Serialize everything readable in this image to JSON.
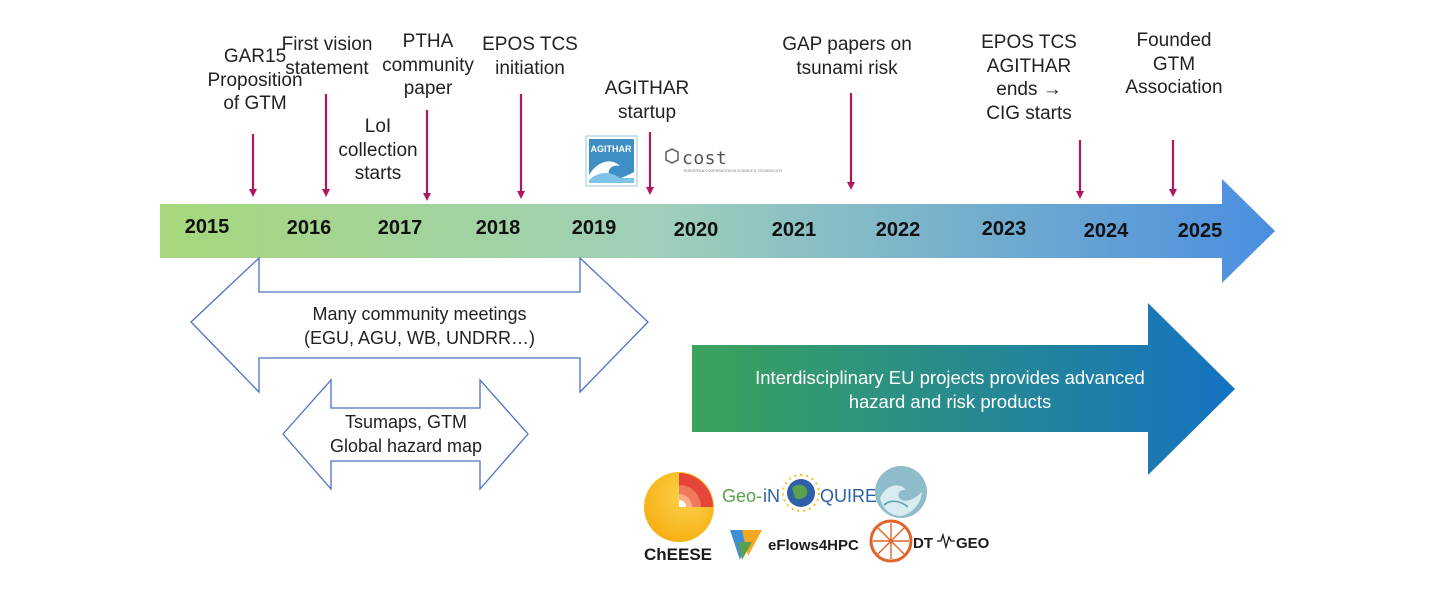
{
  "timeline": {
    "years": [
      "2015",
      "2016",
      "2017",
      "2018",
      "2019",
      "2020",
      "2021",
      "2022",
      "2023",
      "2024",
      "2025"
    ],
    "colors": {
      "start": "#a6d77a",
      "end": "#4a8ee0",
      "event_arrow": "#b0185e",
      "outline": "#4a72c4"
    }
  },
  "events": [
    {
      "id": "gar15",
      "lines": [
        "GAR15",
        "Proposition",
        "of GTM"
      ]
    },
    {
      "id": "vision",
      "lines": [
        "First vision",
        "statement"
      ]
    },
    {
      "id": "loi",
      "lines": [
        "LoI",
        "collection",
        "starts"
      ]
    },
    {
      "id": "ptha",
      "lines": [
        "PTHA",
        "community",
        "paper"
      ]
    },
    {
      "id": "epos",
      "lines": [
        "EPOS TCS",
        "initiation"
      ]
    },
    {
      "id": "agithar",
      "lines": [
        "AGITHAR",
        "startup"
      ]
    },
    {
      "id": "gap",
      "lines": [
        "GAP papers on",
        "tsunami risk"
      ]
    },
    {
      "id": "epos-ends",
      "lines": [
        "EPOS TCS",
        "AGITHAR",
        "ends →",
        "CIG starts"
      ]
    },
    {
      "id": "founded",
      "lines": [
        "Founded",
        "GTM",
        "Association"
      ]
    }
  ],
  "meetings": {
    "lines": [
      "Many community meetings",
      "(EGU, AGU, WB, UNDRR…)"
    ]
  },
  "tsumaps": {
    "lines": [
      "Tsumaps, GTM",
      "Global hazard map"
    ]
  },
  "eu_projects": {
    "lines": [
      "Interdisciplinary EU projects provides advanced",
      "hazard and risk products"
    ],
    "colors": {
      "start": "#3aa35b",
      "end": "#1572c2"
    }
  },
  "logos": {
    "agithar": "AGITHAR",
    "cost": "cost",
    "cost_sub": "EUROPEAN COOPERATION IN SCIENCE & TECHNOLOGY",
    "cheese": "ChEESE",
    "geoinquire_a": "Geo-",
    "geoinquire_b": "iN",
    "geoinquire_c": "QUIRE",
    "eflows": "eFlows4HPC",
    "dtgeo_a": "DT",
    "dtgeo_b": "GEO"
  }
}
